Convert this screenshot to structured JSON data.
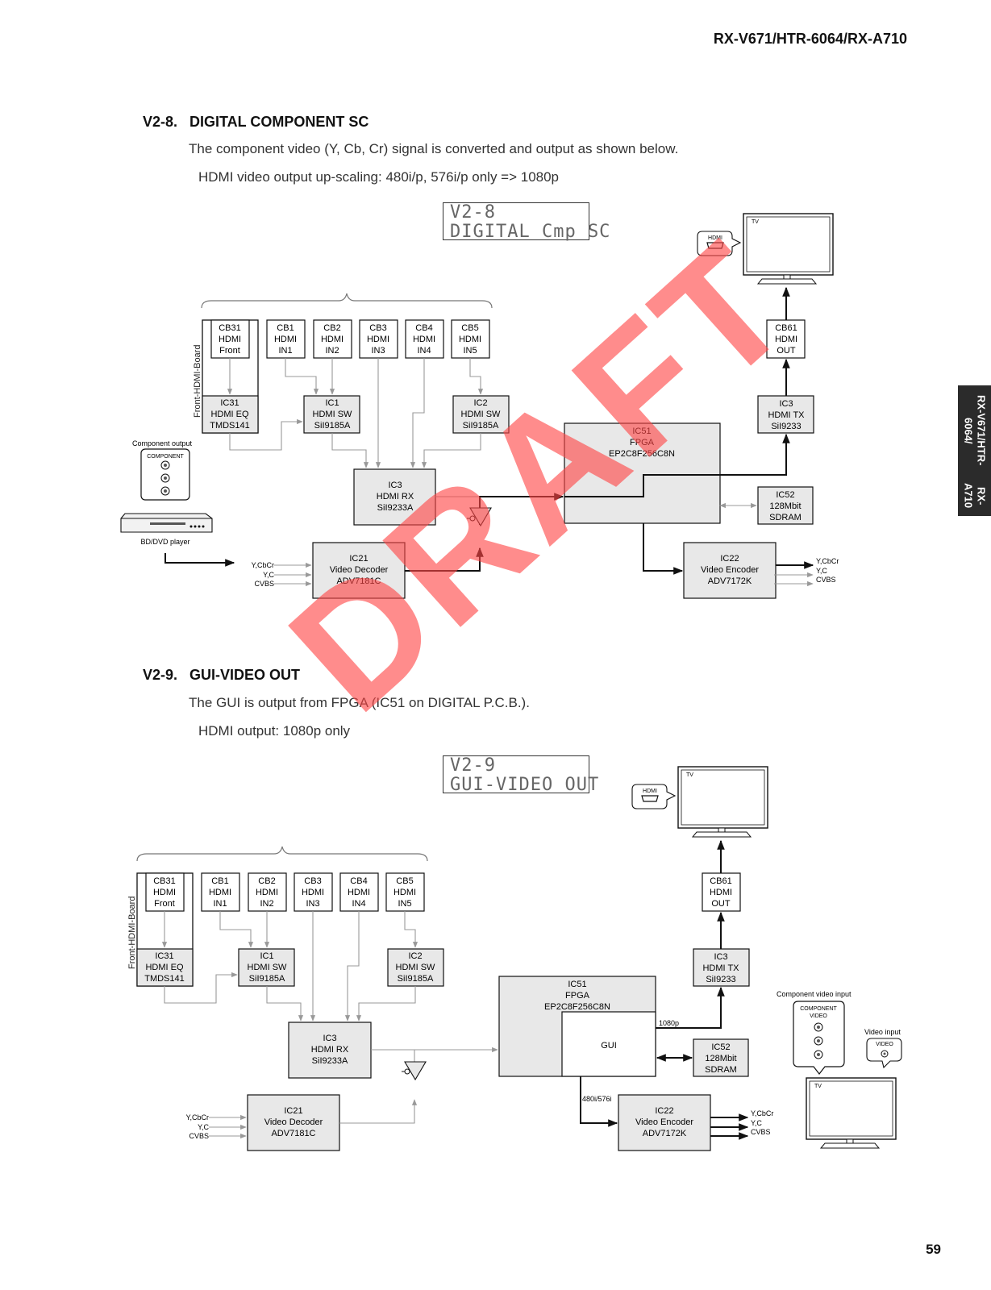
{
  "header": {
    "model": "RX-V671/HTR-6064/RX-A710"
  },
  "side_tab": {
    "line1": "RX-V671/HTR-6064/",
    "line2": "RX-A710"
  },
  "page_number": "59",
  "watermark": "DRAFT",
  "section1": {
    "number": "V2-8.",
    "title": "DIGITAL COMPONENT SC",
    "para1": "The component video (Y, Cb, Cr) signal is converted and output as shown below.",
    "para2": "HDMI video output up-scaling: 480i/p, 576i/p only => 1080p",
    "lcd_line1": "V2-8",
    "lcd_line2": "DIGITAL Cmp SC"
  },
  "section2": {
    "number": "V2-9.",
    "title": "GUI-VIDEO OUT",
    "para1": "The GUI is output from FPGA (IC51 on DIGITAL P.C.B.).",
    "para2": "HDMI output: 1080p only",
    "lcd_line1": "V2-9",
    "lcd_line2": "GUI-VIDEO OUT"
  },
  "diagram1": {
    "side_label": "Front-HDMI-Board",
    "tv_label": "TV",
    "hdmi_label": "HDMI",
    "component_output_label": "Component output",
    "component_label": "COMPONENT",
    "player_label": "BD/DVD player",
    "inputs": [
      "Y,CbCr",
      "Y,C",
      "CVBS"
    ],
    "outputs": [
      "Y,CbCr",
      "Y,C",
      "CVBS"
    ],
    "blocks": {
      "cb31": [
        "CB31",
        "HDMI",
        "Front"
      ],
      "cb1": [
        "CB1",
        "HDMI",
        "IN1"
      ],
      "cb2": [
        "CB2",
        "HDMI",
        "IN2"
      ],
      "cb3": [
        "CB3",
        "HDMI",
        "IN3"
      ],
      "cb4": [
        "CB4",
        "HDMI",
        "IN4"
      ],
      "cb5": [
        "CB5",
        "HDMI",
        "IN5"
      ],
      "ic31": [
        "IC31",
        "HDMI EQ",
        "TMDS141"
      ],
      "ic1": [
        "IC1",
        "HDMI SW",
        "SiI9185A"
      ],
      "ic2": [
        "IC2",
        "HDMI SW",
        "SiI9185A"
      ],
      "ic3rx": [
        "IC3",
        "HDMI RX",
        "SiI9233A"
      ],
      "ic21": [
        "IC21",
        "Video Decoder",
        "ADV7181C"
      ],
      "ic51": [
        "IC51",
        "FPGA",
        "EP2C8F256C8N"
      ],
      "ic52": [
        "IC52",
        "128Mbit",
        "SDRAM"
      ],
      "ic22": [
        "IC22",
        "Video Encoder",
        "ADV7172K"
      ],
      "ic3tx": [
        "IC3",
        "HDMI TX",
        "SiI9233"
      ],
      "cb61": [
        "CB61",
        "HDMI",
        "OUT"
      ]
    }
  },
  "diagram2": {
    "side_label": "Front-HDMI-Board",
    "tv_label": "TV",
    "hdmi_label": "HDMI",
    "gui_label": "GUI",
    "label_1080p": "1080p",
    "label_480i": "480i/576i",
    "component_video_input_label": "Component video input",
    "component_video_label1": "COMPONENT",
    "component_video_label2": "VIDEO",
    "video_input_label": "Video input",
    "video_label": "VIDEO",
    "tv2_label": "TV",
    "inputs": [
      "Y,CbCr",
      "Y,C",
      "CVBS"
    ],
    "outputs": [
      "Y,CbCr",
      "Y,C",
      "CVBS"
    ],
    "blocks": {
      "cb31": [
        "CB31",
        "HDMI",
        "Front"
      ],
      "cb1": [
        "CB1",
        "HDMI",
        "IN1"
      ],
      "cb2": [
        "CB2",
        "HDMI",
        "IN2"
      ],
      "cb3": [
        "CB3",
        "HDMI",
        "IN3"
      ],
      "cb4": [
        "CB4",
        "HDMI",
        "IN4"
      ],
      "cb5": [
        "CB5",
        "HDMI",
        "IN5"
      ],
      "ic31": [
        "IC31",
        "HDMI EQ",
        "TMDS141"
      ],
      "ic1": [
        "IC1",
        "HDMI SW",
        "SiI9185A"
      ],
      "ic2": [
        "IC2",
        "HDMI SW",
        "SiI9185A"
      ],
      "ic3rx": [
        "IC3",
        "HDMI RX",
        "SiI9233A"
      ],
      "ic21": [
        "IC21",
        "Video Decoder",
        "ADV7181C"
      ],
      "ic51": [
        "IC51",
        "FPGA",
        "EP2C8F256C8N"
      ],
      "ic52": [
        "IC52",
        "128Mbit",
        "SDRAM"
      ],
      "ic22": [
        "IC22",
        "Video Encoder",
        "ADV7172K"
      ],
      "ic3tx": [
        "IC3",
        "HDMI TX",
        "SiI9233"
      ],
      "cb61": [
        "CB61",
        "HDMI",
        "OUT"
      ]
    }
  }
}
